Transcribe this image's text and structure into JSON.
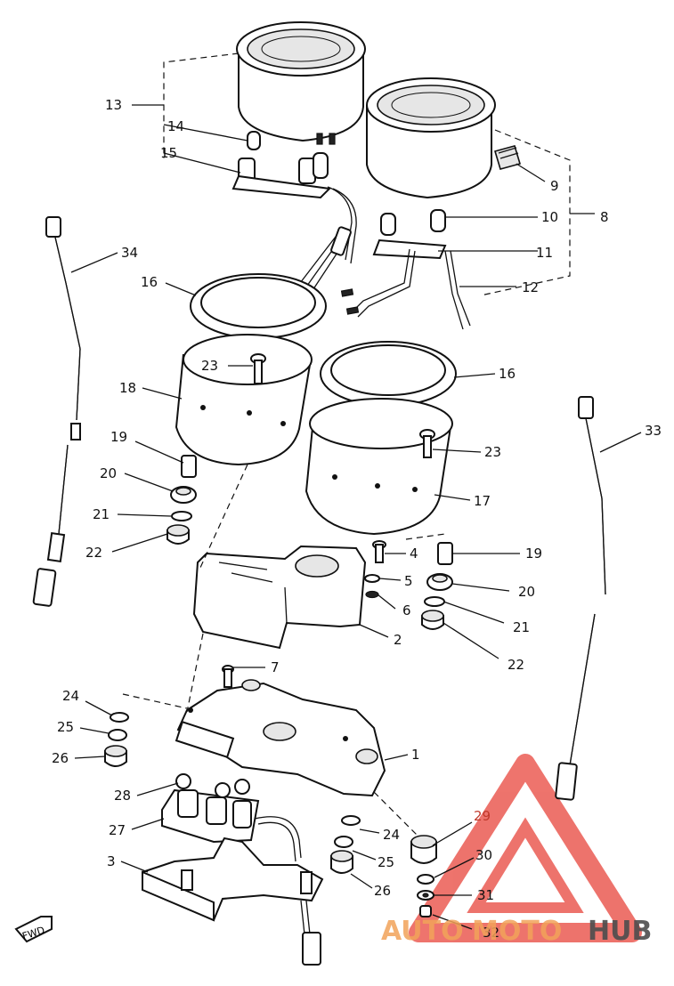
{
  "parts_labels": {
    "p1": "1",
    "p2": "2",
    "p3": "3",
    "p4": "4",
    "p5": "5",
    "p6": "6",
    "p7": "7",
    "p8": "8",
    "p9": "9",
    "p10": "10",
    "p11": "11",
    "p12": "12",
    "p13": "13",
    "p14": "14",
    "p15": "15",
    "p16a": "16",
    "p16b": "16",
    "p17": "17",
    "p18": "18",
    "p19a": "19",
    "p19b": "19",
    "p20a": "20",
    "p20b": "20",
    "p21a": "21",
    "p21b": "21",
    "p22a": "22",
    "p22b": "22",
    "p23a": "23",
    "p23b": "23",
    "p24a": "24",
    "p24b": "24",
    "p25a": "25",
    "p25b": "25",
    "p26a": "26",
    "p26b": "26",
    "p27": "27",
    "p28": "28",
    "p29": "29",
    "p30": "30",
    "p31": "31",
    "p32": "32",
    "p33": "33",
    "p34": "34"
  },
  "fwd_label": "FWD",
  "watermark": {
    "part1": "AUTO",
    "part2": "MOTO",
    "part3": "HUB",
    "color_red": "#e8453c",
    "color_orange": "#f2a35a",
    "color_gray": "#4d4d4d"
  }
}
